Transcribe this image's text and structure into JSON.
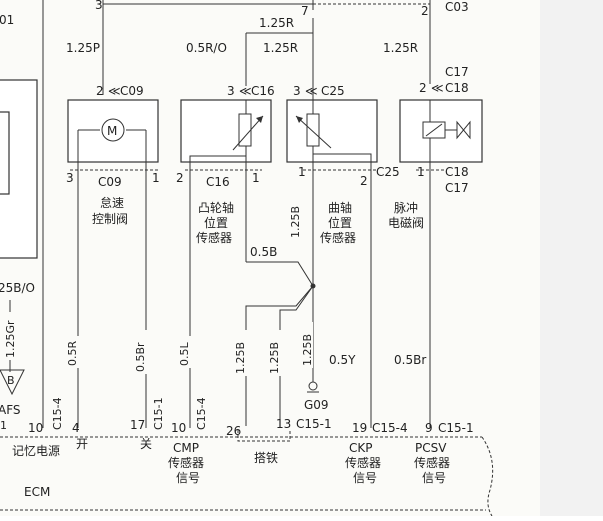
{
  "wires": {
    "top_left_pin": "3",
    "top_left_code": "01",
    "w_1_25P": "1.25P",
    "w_0_5R_O": "0.5R/O",
    "w_1_25R_a": "1.25R",
    "w_1_25R_b": "1.25R",
    "w_1_25R_c": "1.25R",
    "top_pin_7": "7",
    "top_pin_2": "2",
    "top_conn_C03": "C03",
    "w_25B_O": "25B/O",
    "w_1_25Gr": "1.25Gr",
    "badge_B": "B",
    "w_0_5R": "0.5R",
    "w_0_5Br_a": "0.5Br",
    "w_0_5L": "0.5L",
    "w_1_25B_cmp": "1.25B",
    "w_0_5B": "0.5B",
    "w_1_25B_g1": "1.25B",
    "w_1_25B_g2": "1.25B",
    "w_1_25B_g3": "1.25B",
    "w_0_5Y": "0.5Y",
    "w_0_5Br_b": "0.5Br",
    "ground": "G09"
  },
  "components": {
    "idle": {
      "pin_top": "2",
      "conn_top": "C09",
      "pin_l": "3",
      "pin_r": "1",
      "conn_bottom": "C09",
      "name_1": "怠速",
      "name_2": "控制阀"
    },
    "cmp": {
      "pin_top": "3",
      "conn_top": "C16",
      "pin_l": "2",
      "pin_r": "1",
      "conn_bottom": "C16",
      "name_1": "凸轮轴",
      "name_2": "位置",
      "name_3": "传感器"
    },
    "ckp": {
      "pin_top": "3",
      "conn_top": "C25",
      "pin_l": "1",
      "pin_r": "2",
      "conn_bottom": "C25",
      "name_1": "曲轴",
      "name_2": "位置",
      "name_3": "传感器"
    },
    "pcsv": {
      "pin_top": "2",
      "conn_top_1": "C17",
      "conn_top_2": "C18",
      "pin_l": "1",
      "conn_bottom_1": "C18",
      "conn_bottom_2": "C17",
      "name_1": "脉冲",
      "name_2": "电磁阀"
    }
  },
  "ecm": {
    "label": "ECM",
    "afs": "AFS",
    "afs_pin": "-1",
    "mem_power": "记忆电源",
    "conns": [
      "C15-4",
      "C15-1",
      "C15-4",
      "C15-1",
      "C15-4",
      "C15-1"
    ],
    "pins": [
      "10",
      "4",
      "17",
      "10",
      "26",
      "13",
      "19",
      "9"
    ],
    "open": "开",
    "close": "关",
    "cmp_1": "CMP",
    "cmp_2": "传感器",
    "cmp_3": "信号",
    "ground": "搭铁",
    "ckp_1": "CKP",
    "ckp_2": "传感器",
    "ckp_3": "信号",
    "pcsv_1": "PCSV",
    "pcsv_2": "传感器",
    "pcsv_3": "信号"
  }
}
